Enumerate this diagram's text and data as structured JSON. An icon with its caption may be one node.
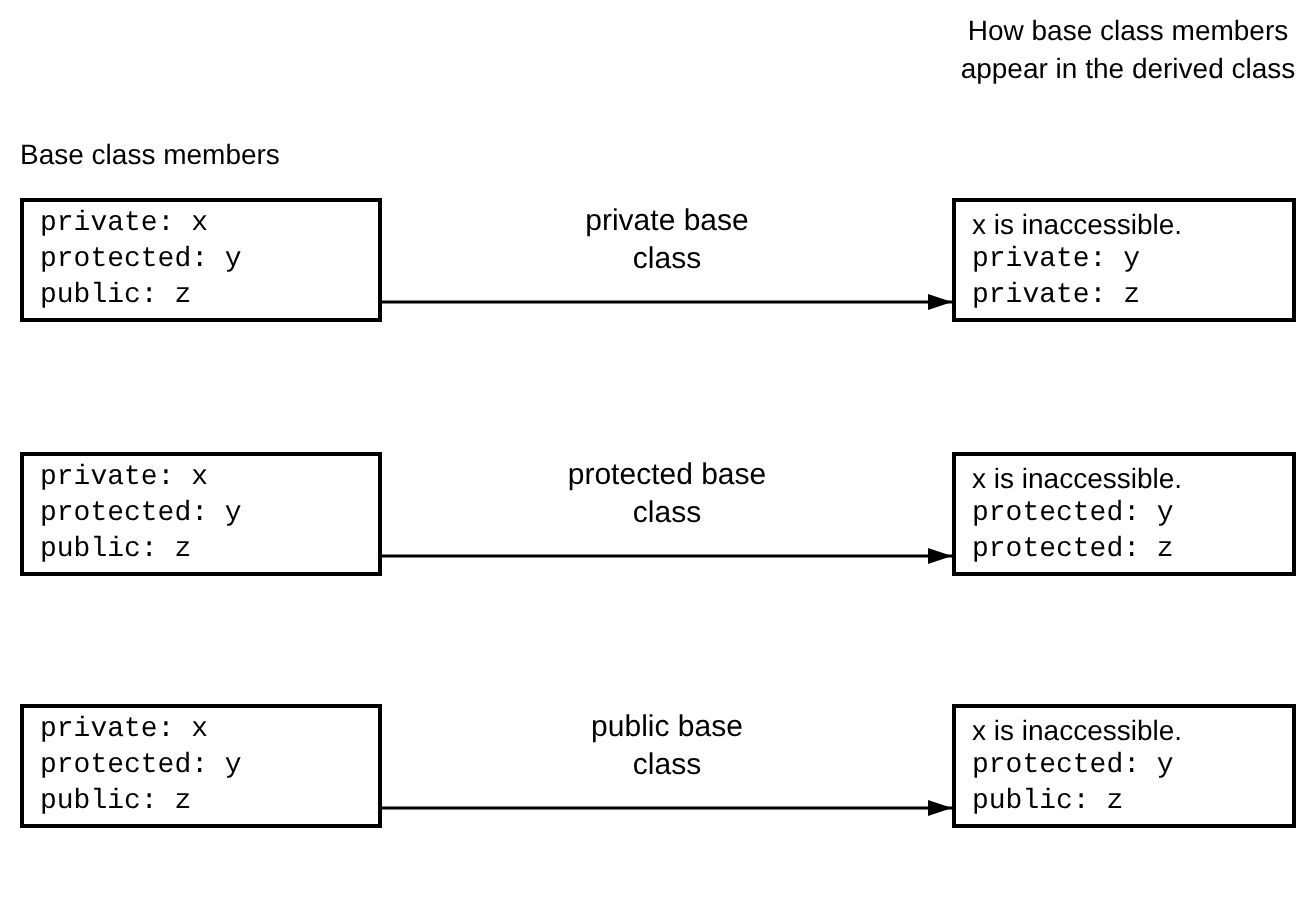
{
  "diagram": {
    "nodes": [
      {
        "text": [
          "private: x",
          "protected: y",
          "public: z"
        ]
      },
      {
        "text": [
          "x is inaccessible.",
          "private: y",
          "private: z"
        ]
      },
      {
        "text": [
          "private: x",
          "protected: y",
          "public: z"
        ]
      },
      {
        "text": [
          "x is inaccessible.",
          "protected: y",
          "protected: z"
        ]
      },
      {
        "text": [
          "private: x",
          "protected: y",
          "public: z"
        ]
      },
      {
        "text": [
          "x is inaccessible.",
          "protected: y",
          "public: z"
        ]
      }
    ],
    "edges": [
      {
        "from": 0,
        "to": 1,
        "arrow": "to",
        "label": "private base class"
      },
      {
        "from": 2,
        "to": 3,
        "arrow": "to",
        "label": "protected base class"
      },
      {
        "from": 4,
        "to": 5,
        "arrow": "to",
        "label": "public base class"
      }
    ],
    "labels": [
      "How base class members appear in the derived class",
      "Base class members"
    ]
  }
}
